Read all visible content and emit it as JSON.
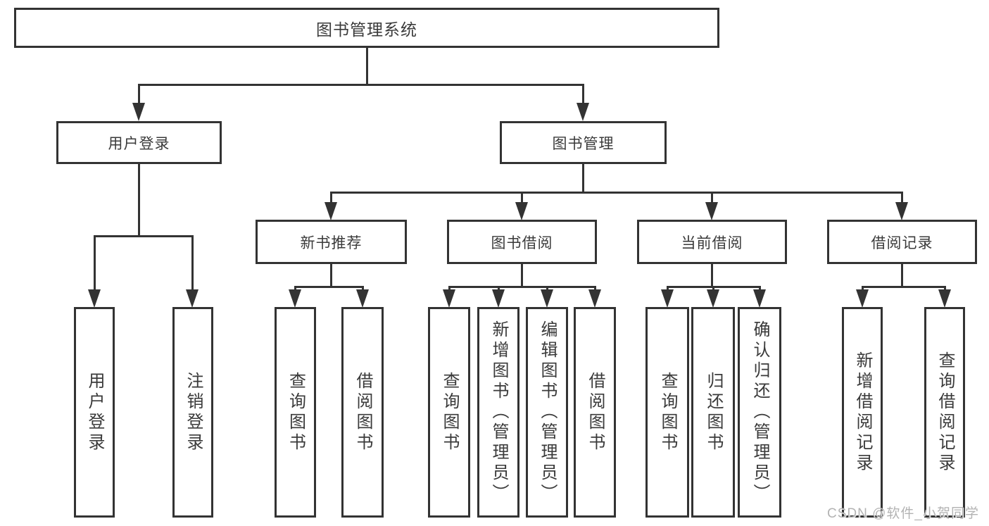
{
  "diagram": {
    "root": {
      "label": "图书管理系统"
    },
    "level2": [
      {
        "label": "用户登录"
      },
      {
        "label": "图书管理"
      }
    ],
    "level3": [
      {
        "label": "新书推荐"
      },
      {
        "label": "图书借阅"
      },
      {
        "label": "当前借阅"
      },
      {
        "label": "借阅记录"
      }
    ],
    "leaves": {
      "user_login": [
        "用户登录",
        "注销登录"
      ],
      "new_book_recommend": [
        "查询图书",
        "借阅图书"
      ],
      "book_borrow": [
        "查询图书",
        "新增图书（管理员）",
        "编辑图书（管理员）",
        "借阅图书"
      ],
      "current_borrow": [
        "查询图书",
        "归还图书",
        "确认归还（管理员）"
      ],
      "borrow_records": [
        "新增借阅记录",
        "查询借阅记录"
      ]
    },
    "colors": {
      "line": "#333333",
      "text": "#3a3a3a",
      "background": "#ffffff",
      "watermark": "#b3b3b3"
    }
  },
  "watermark": {
    "text": "CSDN @软件_小贺同学"
  }
}
